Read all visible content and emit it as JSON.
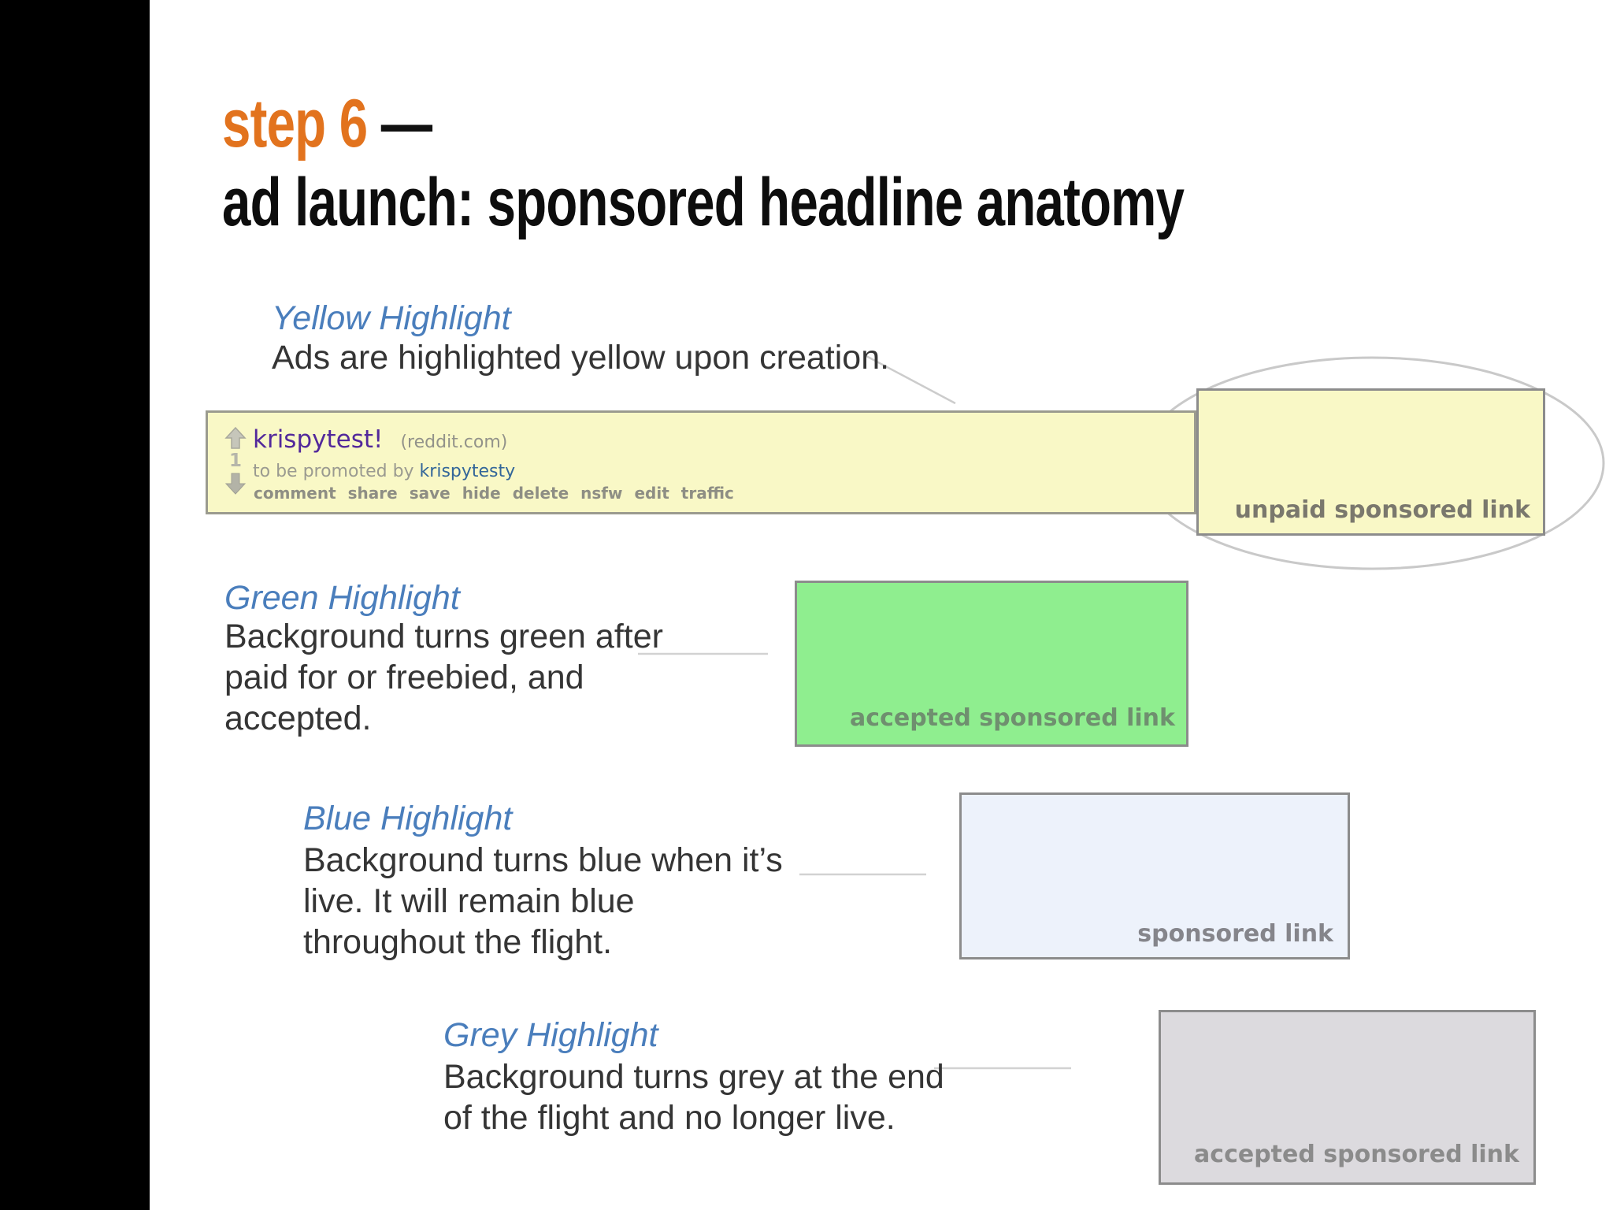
{
  "title": {
    "step": "step 6 ",
    "dash": "—",
    "line2": "ad launch: sponsored headline anatomy"
  },
  "sections": {
    "yellow": {
      "heading": "Yellow Highlight",
      "body": "Ads are highlighted yellow upon creation."
    },
    "green": {
      "heading": "Green Highlight",
      "body": "Background turns green after\npaid for or freebied, and\naccepted."
    },
    "blue": {
      "heading": "Blue Highlight",
      "body": "Background turns blue when it’s\nlive. It will remain blue\nthroughout the flight."
    },
    "grey": {
      "heading": "Grey Highlight",
      "body": "Background turns grey at the end\nof the flight and no longer live."
    }
  },
  "reddit_ad": {
    "title": "krispytest!",
    "domain": "(reddit.com)",
    "score": "1",
    "tagline_prefix": "to be promoted by ",
    "tagline_user": "krispytesty",
    "links": [
      "comment",
      "share",
      "save",
      "hide",
      "delete",
      "nsfw",
      "edit",
      "traffic"
    ]
  },
  "boxes": {
    "unpaid": {
      "label": "unpaid sponsored link",
      "bg": "#f9f8c6",
      "label_color": "#7a786d"
    },
    "green": {
      "label": "accepted sponsored link",
      "bg": "#8fee8f",
      "label_color": "#6f8f6f"
    },
    "blue": {
      "label": "sponsored link",
      "bg": "#edf2fb",
      "label_color": "#85858b"
    },
    "grey": {
      "label": "accepted sponsored link",
      "bg": "#dcdade",
      "label_color": "#8b8b8b"
    }
  },
  "colors": {
    "sidebar": "#000000",
    "title_orange": "#e2731e",
    "title_black": "#0d0d0d",
    "heading_blue": "#4a7ebc",
    "body_text": "#353535",
    "ad_bar_bg": "#f9f8c6",
    "ad_bar_border": "#9b9b8f",
    "box_border": "#8c8c8c",
    "reddit_title_purple": "#52289b",
    "reddit_link_blue": "#336699",
    "reddit_muted": "#9a9a90",
    "vote_arrow_grey": "#b3b3a7",
    "pointer_line_grey": "#cccccc",
    "ellipse_stroke": "#c9c9c9"
  }
}
